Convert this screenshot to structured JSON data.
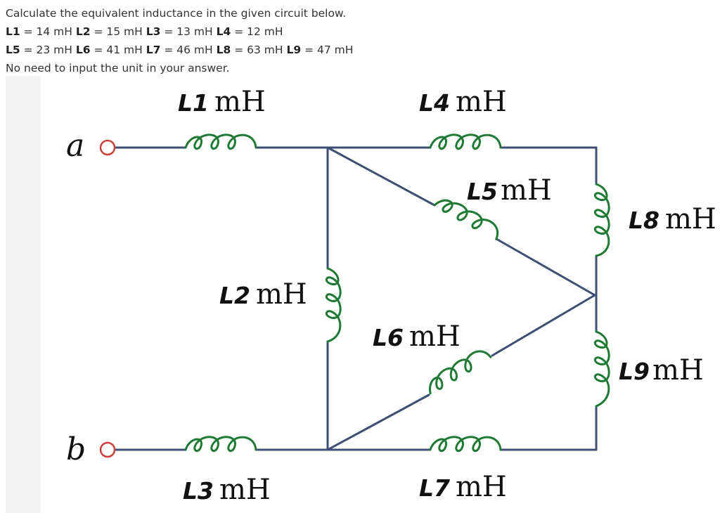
{
  "question": {
    "line1": "Calculate the equivalent inductance in the given circuit below.",
    "values_row1": [
      {
        "name": "L1",
        "value": "= 14 mH"
      },
      {
        "name": "L2",
        "value": "= 15 mH"
      },
      {
        "name": "L3",
        "value": "= 13 mH"
      },
      {
        "name": "L4",
        "value": "= 12 mH"
      }
    ],
    "values_row2": [
      {
        "name": "L5",
        "value": "= 23 mH"
      },
      {
        "name": "L6",
        "value": "= 41 mH"
      },
      {
        "name": "L7",
        "value": "= 46 mH"
      },
      {
        "name": "L8",
        "value": "= 63 mH"
      },
      {
        "name": "L9",
        "value": "= 47 mH"
      }
    ],
    "note": "No need to input the unit in your answer."
  },
  "circuit": {
    "terminal_a": "a",
    "terminal_b": "b",
    "unit": "mH",
    "inductors": {
      "L1": "L1",
      "L2": "L2",
      "L3": "L3",
      "L4": "L4",
      "L5": "L5",
      "L6": "L6",
      "L7": "L7",
      "L8": "L8",
      "L9": "L9"
    }
  },
  "colors": {
    "wire": "#3d4f72",
    "coil": "#1e7a34",
    "terminal": "#c9413a"
  }
}
